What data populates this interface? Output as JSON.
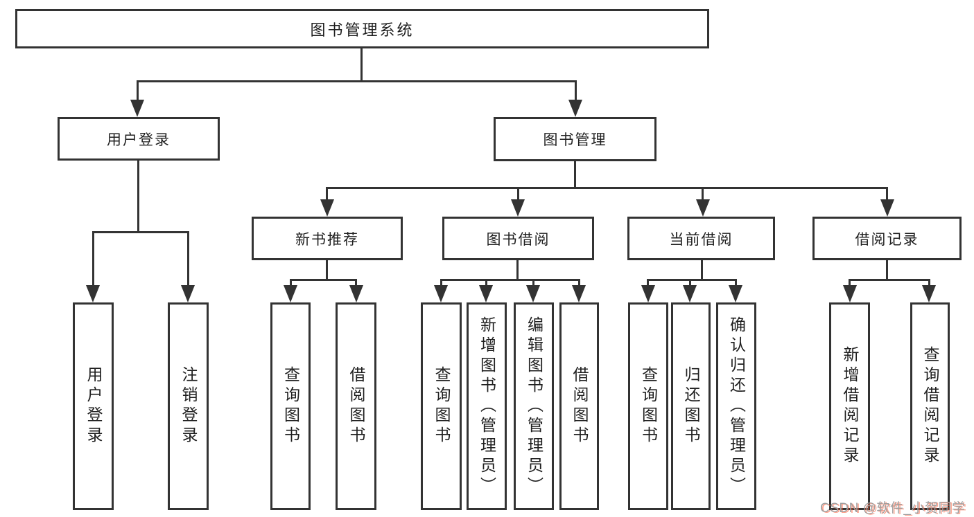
{
  "diagram": {
    "title": "图书管理系统",
    "tree": {
      "root": {
        "label": "图书管理系统",
        "children": [
          {
            "label": "用户登录",
            "children": [
              {
                "label": "用户登录"
              },
              {
                "label": "注销登录"
              }
            ]
          },
          {
            "label": "图书管理",
            "children": [
              {
                "label": "新书推荐",
                "children": [
                  {
                    "label": "查询图书"
                  },
                  {
                    "label": "借阅图书"
                  }
                ]
              },
              {
                "label": "图书借阅",
                "children": [
                  {
                    "label": "查询图书"
                  },
                  {
                    "label": "新增图书（管理员）"
                  },
                  {
                    "label": "编辑图书（管理员）"
                  },
                  {
                    "label": "借阅图书"
                  }
                ]
              },
              {
                "label": "当前借阅",
                "children": [
                  {
                    "label": "查询图书"
                  },
                  {
                    "label": "归还图书"
                  },
                  {
                    "label": "确认归还（管理员）"
                  }
                ]
              },
              {
                "label": "借阅记录",
                "children": [
                  {
                    "label": "新增借阅记录"
                  },
                  {
                    "label": "查询借阅记录"
                  }
                ]
              }
            ]
          }
        ]
      }
    }
  },
  "watermark": {
    "text": "CSDN @软件_小贺同学"
  },
  "colors": {
    "line": "#333333",
    "box_border": "#333333",
    "text": "#1f1f1f",
    "background": "#ffffff",
    "watermark_gray": "#a0a0a0",
    "watermark_red": "#fc5531"
  }
}
